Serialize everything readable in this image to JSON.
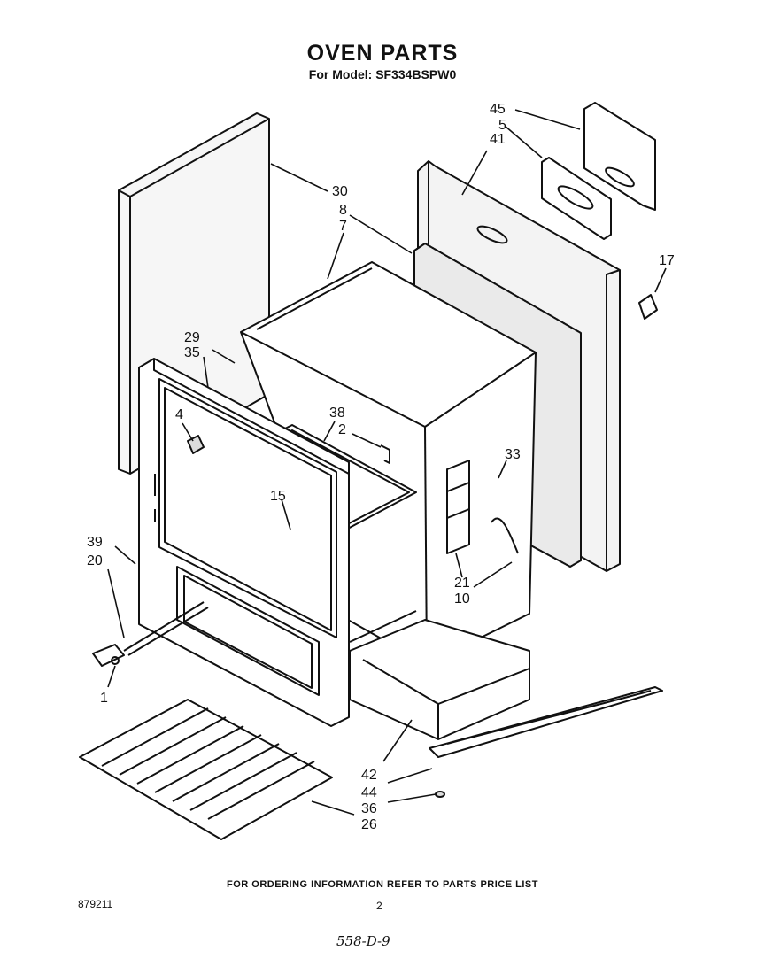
{
  "header": {
    "title": "OVEN PARTS",
    "subtitle": "For Model: SF334BSPW0"
  },
  "callouts": [
    "45",
    "5",
    "41",
    "30",
    "8",
    "7",
    "17",
    "29",
    "35",
    "4",
    "38",
    "2",
    "33",
    "15",
    "39",
    "20",
    "21",
    "10",
    "1",
    "42",
    "44",
    "36",
    "26"
  ],
  "footer": {
    "note": "FOR ORDERING INFORMATION REFER TO PARTS PRICE LIST",
    "doc_number": "879211",
    "page": "2",
    "handwritten": "558-D-9"
  }
}
